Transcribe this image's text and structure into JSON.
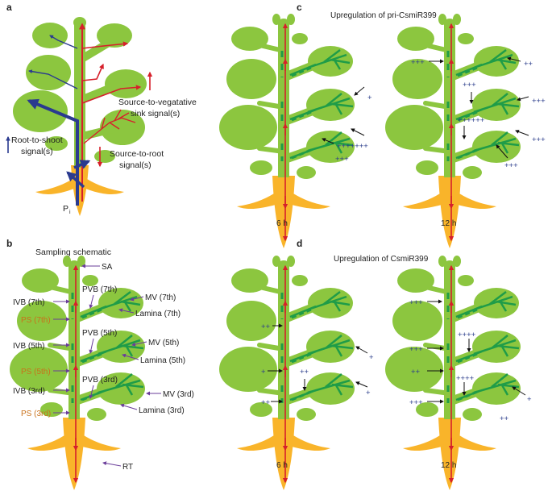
{
  "colors": {
    "leaf": "#8cc63f",
    "vein": "#1f9c48",
    "root": "#f9b42a",
    "red": "#d6202b",
    "blue": "#2a3a8f",
    "purple": "#6a3d9a",
    "ps": "#c9711a"
  },
  "panels": {
    "a": {
      "letter": "a",
      "pi": "P",
      "pi_sub": "i",
      "root_to_shoot": [
        "Root-to-shoot",
        "signal(s)"
      ],
      "source_to_sink": [
        "Source-to-vegatative",
        "sink signal(s)"
      ],
      "source_to_root": [
        "Source-to-root",
        "signal(s)"
      ]
    },
    "b": {
      "letter": "b",
      "title": "Sampling schematic",
      "labels": {
        "sa": "SA",
        "ivb7": "IVB (7th)",
        "ps7": "PS (7th)",
        "pvb7": "PVB (7th)",
        "mv7": "MV (7th)",
        "lam7": "Lamina (7th)",
        "ivb5": "IVB (5th)",
        "ps5": "PS (5th)",
        "pvb5": "PVB (5th)",
        "mv5": "MV (5th)",
        "lam5": "Lamina (5th)",
        "ivb3": "IVB (3rd)",
        "ps3": "PS (3rd)",
        "pvb3": "PVB (3rd)",
        "mv3": "MV (3rd)",
        "lam3": "Lamina (3rd)",
        "rt": "RT"
      }
    },
    "c": {
      "letter": "c",
      "title": "Upregulation of pri-CsmiR399",
      "time_left": "6 h",
      "time_right": "12 h",
      "left_marks": [
        "+",
        "+++++++",
        "+++"
      ],
      "right_marks": [
        "+++",
        "++",
        "+++",
        "+++",
        "++++++",
        "+++",
        "+++"
      ]
    },
    "d": {
      "letter": "d",
      "title": "Upregulation of CsmiR399",
      "time_left": "6 h",
      "time_right": "12 h",
      "left_marks": [
        "++",
        "+",
        "+",
        "++",
        "+",
        "++"
      ],
      "right_marks": [
        "+++",
        "+++",
        "++++",
        "++",
        "++++",
        "+++",
        "+",
        "++"
      ]
    }
  }
}
